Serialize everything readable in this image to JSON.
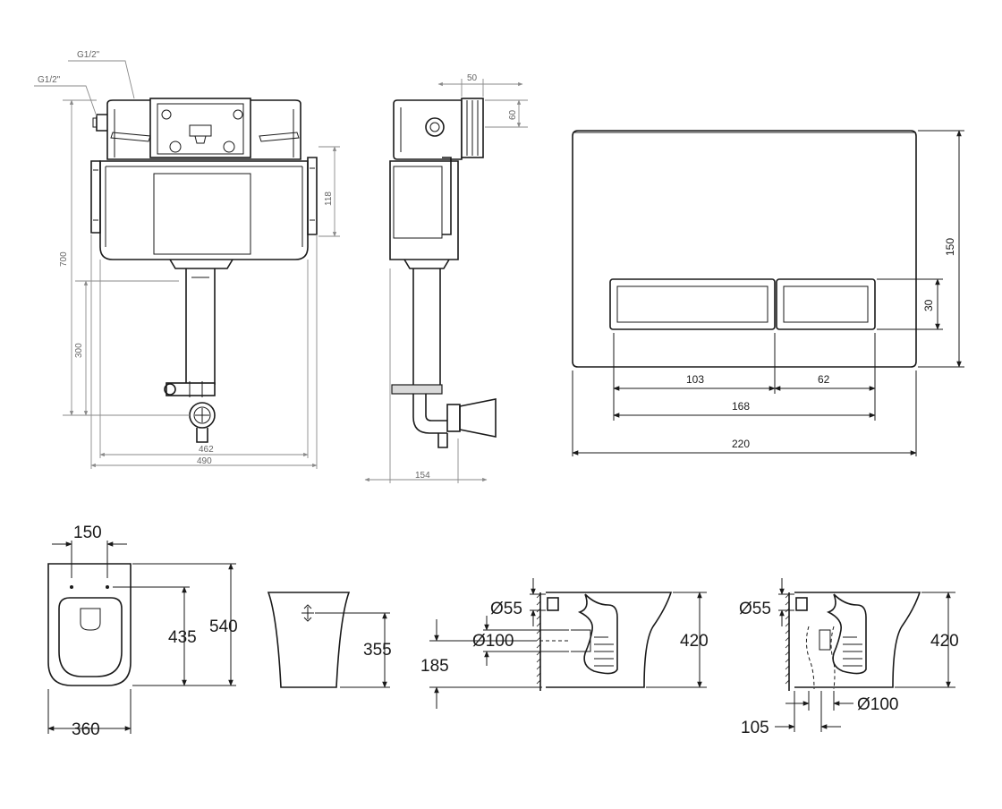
{
  "cistern_front": {
    "inlet_label_1": "G1/2\"",
    "inlet_label_2": "G1/2\"",
    "dim_height": "700",
    "dim_outlet_height": "300",
    "dim_frame_width_inner": "462",
    "dim_frame_width_outer": "490"
  },
  "cistern_side": {
    "dim_top": "50",
    "dim_top_right": "60",
    "dim_bracket": "118",
    "dim_depth": "154"
  },
  "flush_plate": {
    "dim_height": "150",
    "dim_button_height": "30",
    "dim_left_button": "103",
    "dim_right_button": "62",
    "dim_buttons_total": "168",
    "dim_width": "220"
  },
  "toilet_top": {
    "dim_holes": "150",
    "dim_hole_offset": "435",
    "dim_length": "540",
    "dim_width": "360"
  },
  "toilet_back": {
    "dim_height": "355"
  },
  "toilet_side_horizontal": {
    "dim_inlet": "Ø55",
    "dim_outlet": "Ø100",
    "dim_outlet_height": "185",
    "dim_height": "420"
  },
  "toilet_side_vertical": {
    "dim_inlet": "Ø55",
    "dim_height": "420",
    "dim_outlet": "Ø100",
    "dim_outlet_offset": "105"
  }
}
